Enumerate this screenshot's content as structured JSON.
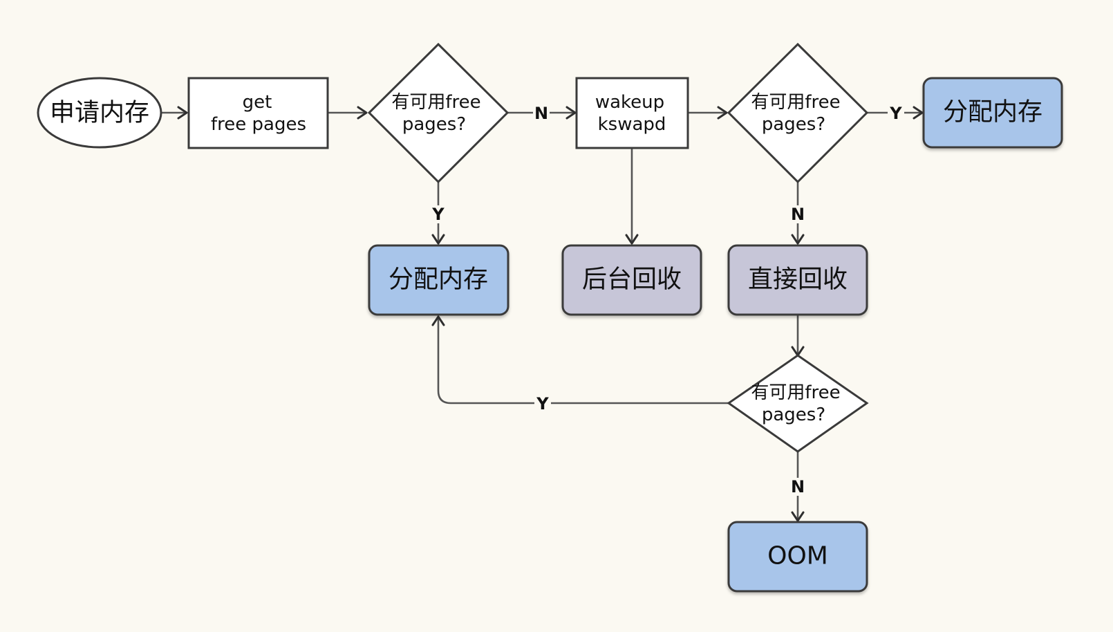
{
  "colors": {
    "background": "#fbf9f2",
    "blue_fill": "#a8c5ea",
    "gray_fill": "#c7c6d8",
    "white_fill": "#ffffff",
    "stroke": "#3a3a3a"
  },
  "nodes": {
    "start": {
      "text": "申请内存",
      "shape": "ellipse"
    },
    "get_pages": {
      "line1": "get",
      "line2": "free pages",
      "shape": "rectangle"
    },
    "check1": {
      "line1": "有可用free",
      "line2": "pages?",
      "shape": "diamond"
    },
    "alloc1": {
      "text": "分配内存",
      "shape": "rounded-rectangle"
    },
    "wakeup": {
      "line1": "wakeup",
      "line2": "kswapd",
      "shape": "rectangle"
    },
    "bg_reclaim": {
      "text": "后台回收",
      "shape": "rounded-rectangle"
    },
    "check2": {
      "line1": "有可用free",
      "line2": "pages?",
      "shape": "diamond"
    },
    "alloc2": {
      "text": "分配内存",
      "shape": "rounded-rectangle"
    },
    "direct_reclaim": {
      "text": "直接回收",
      "shape": "rounded-rectangle"
    },
    "check3": {
      "line1": "有可用free",
      "line2": "pages?",
      "shape": "diamond"
    },
    "oom": {
      "text": "OOM",
      "shape": "rounded-rectangle"
    }
  },
  "edge_labels": {
    "check1_no": "N",
    "check1_yes": "Y",
    "check2_yes": "Y",
    "check2_no": "N",
    "check3_yes": "Y",
    "check3_no": "N"
  }
}
